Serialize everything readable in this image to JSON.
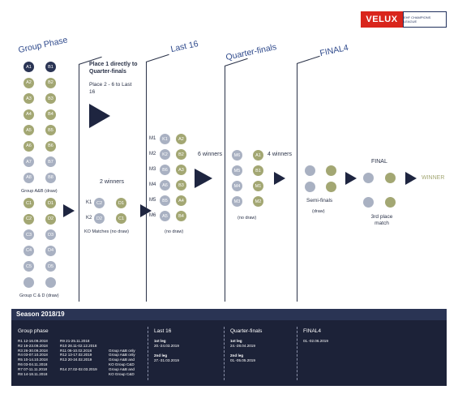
{
  "logo": {
    "brand": "VELUX",
    "partner": "EHF CHAMPIONS LEAGUE"
  },
  "phases": [
    "Group Phase",
    "Last 16",
    "Quarter-finals",
    "FINAL4"
  ],
  "group_ab": {
    "left": [
      "A1",
      "A2",
      "A3",
      "A4",
      "A5",
      "A6",
      "A7",
      "A8"
    ],
    "right": [
      "B1",
      "B2",
      "B3",
      "B4",
      "B5",
      "B6",
      "B7",
      "B8"
    ],
    "label": "Group A&B (draw)"
  },
  "group_cd": {
    "left": [
      "C1",
      "C2",
      "C3",
      "C4",
      "C5",
      ""
    ],
    "right": [
      "D1",
      "D2",
      "D3",
      "D4",
      "D5",
      ""
    ],
    "label": "Group C & D (draw)"
  },
  "info": {
    "place1": "Place 1 directly to Quarter-finals",
    "place2": "Place 2 - 6 to Last 16"
  },
  "ko": {
    "winners": "2 winners",
    "rows": [
      {
        "label": "K1",
        "a": "C2",
        "b": "D1"
      },
      {
        "label": "K2",
        "a": "D2",
        "b": "C1"
      }
    ],
    "caption": "KO Matches (no draw)"
  },
  "last16": {
    "rows": [
      {
        "label": "M1",
        "a": "K1",
        "b": "A2"
      },
      {
        "label": "M2",
        "a": "K2",
        "b": "B2"
      },
      {
        "label": "M3",
        "a": "B6",
        "b": "A3"
      },
      {
        "label": "M4",
        "a": "A6",
        "b": "B3"
      },
      {
        "label": "M5",
        "a": "B5",
        "b": "A4"
      },
      {
        "label": "M6",
        "a": "A5",
        "b": "B4"
      }
    ],
    "winners": "6 winners",
    "caption": "(no draw)"
  },
  "qf": {
    "rows": [
      {
        "a": "M6",
        "b": "A1"
      },
      {
        "a": "M5",
        "b": "B1"
      },
      {
        "a": "M4",
        "b": "M1"
      },
      {
        "a": "M3",
        "b": "M2"
      }
    ],
    "winners": "4 winners",
    "caption": "(no draw)"
  },
  "final4": {
    "semi": "Semi-finals",
    "semi_sub": "(draw)",
    "final": "FINAL",
    "third": "3rd place match",
    "winner": "WINNER"
  },
  "footer": {
    "season": "Season 2018/19",
    "group_title": "Group phase",
    "group_rounds_a": [
      "R1  12-16.09.2018",
      "R2  19-23.09.2018",
      "R3  26-30.09.2018",
      "R4  03-07.10.2018",
      "R5  10-14.10.2018",
      "R6  03-04.11.2018",
      "R7  07-11.11.2018",
      "R8  14-18.11.2018"
    ],
    "group_rounds_b": [
      "R9    21-25.11.2018",
      "R10  28.11-02.12.2018",
      "R11  06-10.02.2018",
      "R12  13-17.02.2019",
      "R13  20-24.02.2019",
      "",
      "R14  27.02-02.03.2019",
      ""
    ],
    "group_notes": [
      "",
      "",
      "Group A&B only",
      "Group A&B only",
      "Group A&B and",
      "KO Group C&D",
      "Group A&B and",
      "KO Group C&D"
    ],
    "l16_title": "Last 16",
    "l16_leg1": "1st leg",
    "l16_leg1_date": "20.-24.03.2019",
    "l16_leg2": "2nd leg",
    "l16_leg2_date": "27.-31.03.2019",
    "qf_title": "Quarter-finals",
    "qf_leg1": "1st leg",
    "qf_leg1_date": "24.-28.04.2019",
    "qf_leg2": "2nd leg",
    "qf_leg2_date": "01.-05.05.2019",
    "f4_title": "FINAL4",
    "f4_date": "01.-02.06.2019"
  },
  "colors": {
    "navy": "#2a3454",
    "olive": "#a3a773",
    "grey": "#a9b1c2",
    "title_blue": "#2f4a8c",
    "footer_bg": "#1c2238"
  }
}
